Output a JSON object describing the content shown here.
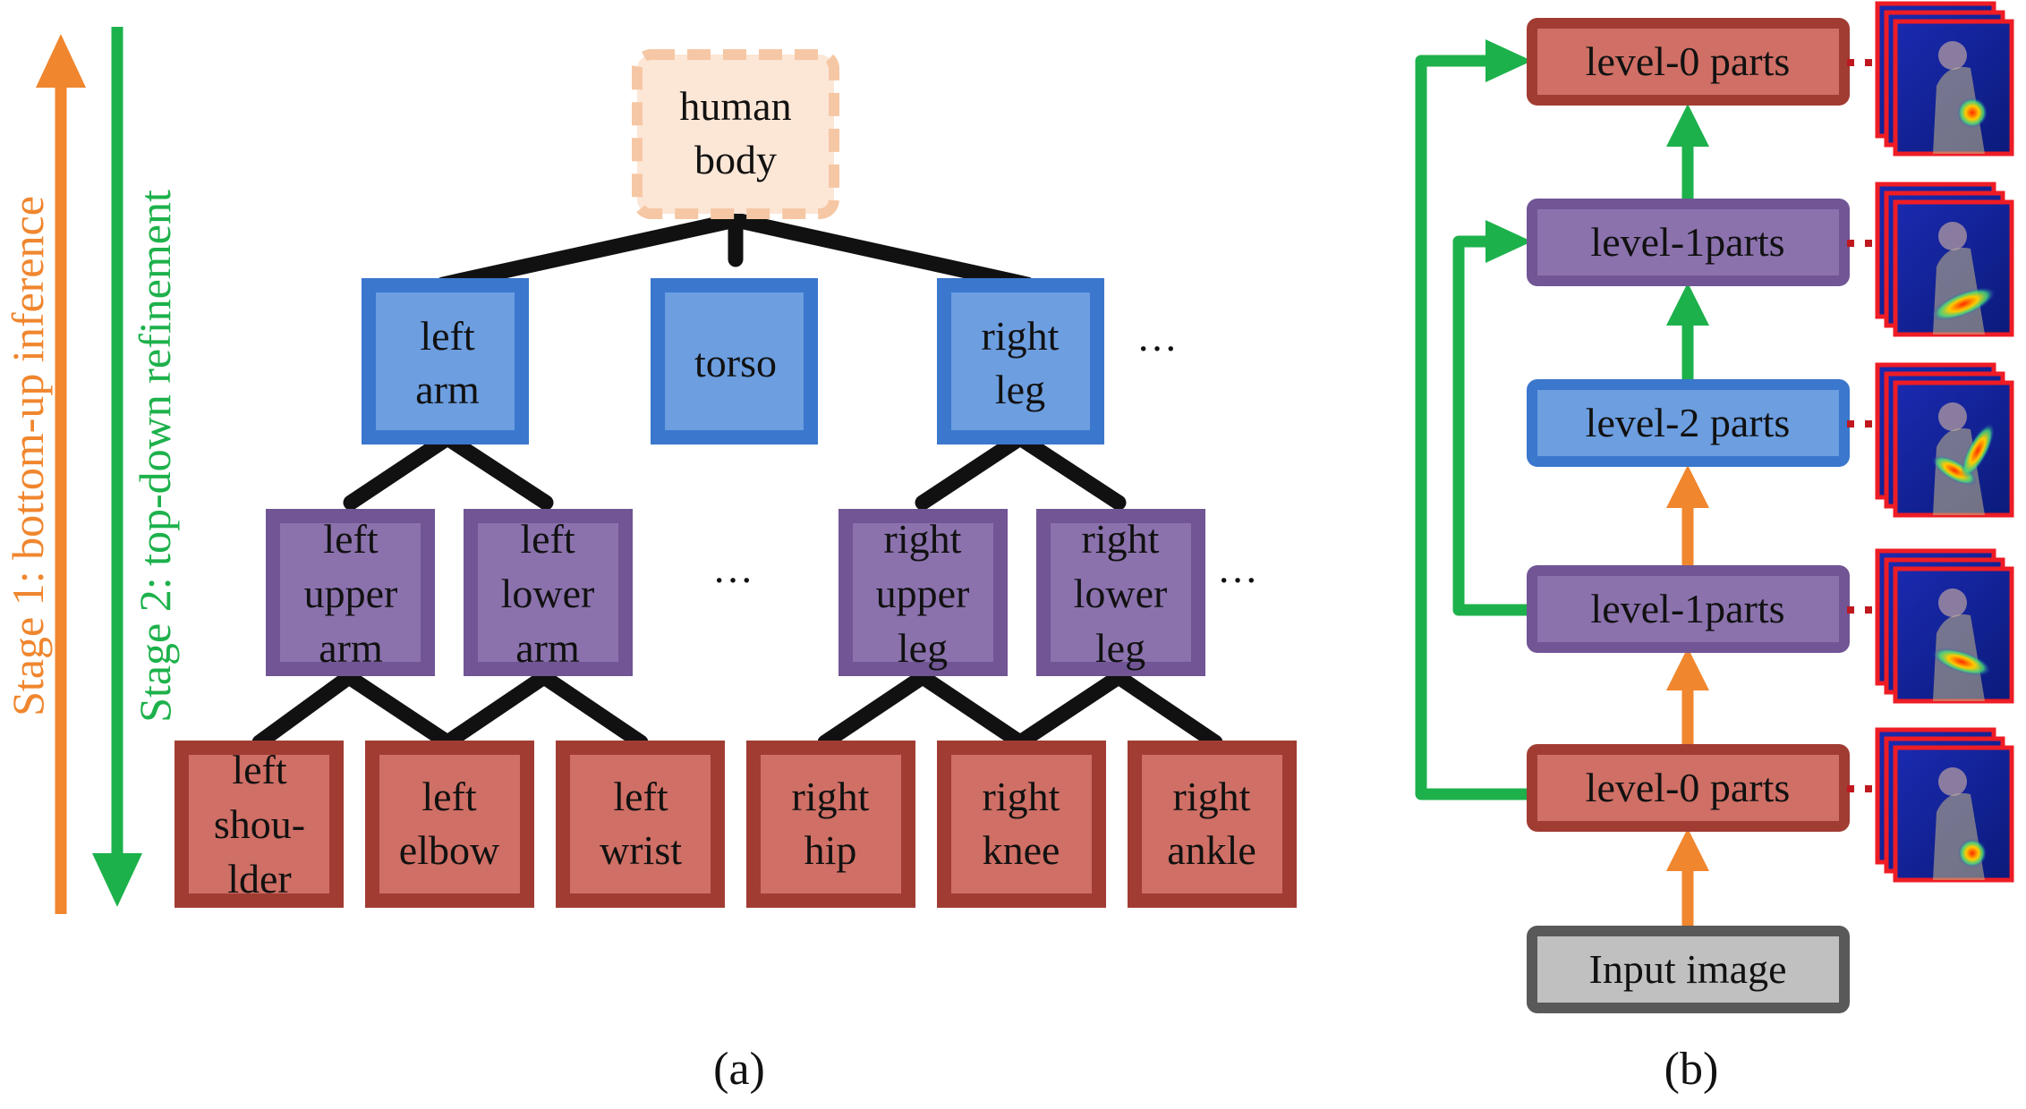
{
  "colors": {
    "level0_fill": "#cf6f65",
    "level0_border": "#a13c33",
    "level1_fill": "#8b72ad",
    "level1_border": "#715595",
    "level2_fill": "#6c9ee0",
    "level2_border": "#3a77cd",
    "root_fill": "#fce6d6",
    "root_border": "#f6c7a4",
    "input_fill": "#c0c0c0",
    "input_border": "#595959",
    "bottom_up_arrow": "#f0862e",
    "top_down_arrow": "#1db14b",
    "edge": "#111111",
    "heatmap_frame": "#ee1c25"
  },
  "panel_a": {
    "caption": "(a)",
    "stage1_label": "Stage 1: bottom-up inference",
    "stage2_label": "Stage 2: top-down refinement",
    "root": {
      "lines": [
        "human",
        "body"
      ]
    },
    "level2": [
      {
        "id": "left-arm",
        "lines": [
          "left",
          "arm"
        ]
      },
      {
        "id": "torso",
        "lines": [
          "torso"
        ]
      },
      {
        "id": "right-leg",
        "lines": [
          "right",
          "leg"
        ]
      }
    ],
    "level1": [
      {
        "id": "left-upper-arm",
        "lines": [
          "left",
          "upper",
          "arm"
        ]
      },
      {
        "id": "left-lower-arm",
        "lines": [
          "left",
          "lower",
          "arm"
        ]
      },
      {
        "id": "right-upper-leg",
        "lines": [
          "right",
          "upper",
          "leg"
        ]
      },
      {
        "id": "right-lower-leg",
        "lines": [
          "right",
          "lower",
          "leg"
        ]
      }
    ],
    "level0": [
      {
        "id": "left-shoulder",
        "lines": [
          "left",
          "shou-",
          "lder"
        ]
      },
      {
        "id": "left-elbow",
        "lines": [
          "left",
          "elbow"
        ]
      },
      {
        "id": "left-wrist",
        "lines": [
          "left",
          "wrist"
        ]
      },
      {
        "id": "right-hip",
        "lines": [
          "right",
          "hip"
        ]
      },
      {
        "id": "right-knee",
        "lines": [
          "right",
          "knee"
        ]
      },
      {
        "id": "right-ankle",
        "lines": [
          "right",
          "ankle"
        ]
      }
    ],
    "ellipsis": "···"
  },
  "panel_b": {
    "caption": "(b)",
    "stack": [
      {
        "id": "top-level0",
        "label": "level-0 parts",
        "level": 0
      },
      {
        "id": "top-level1",
        "label": "level-1parts",
        "level": 1
      },
      {
        "id": "mid-level2",
        "label": "level-2 parts",
        "level": 2
      },
      {
        "id": "bottom-level1",
        "label": "level-1parts",
        "level": 1
      },
      {
        "id": "bottom-level0",
        "label": "level-0 parts",
        "level": 0
      }
    ],
    "input_label": "Input image",
    "heatmaps": [
      "joint",
      "limb-segment",
      "whole-arm",
      "limb-segment",
      "joint"
    ]
  }
}
